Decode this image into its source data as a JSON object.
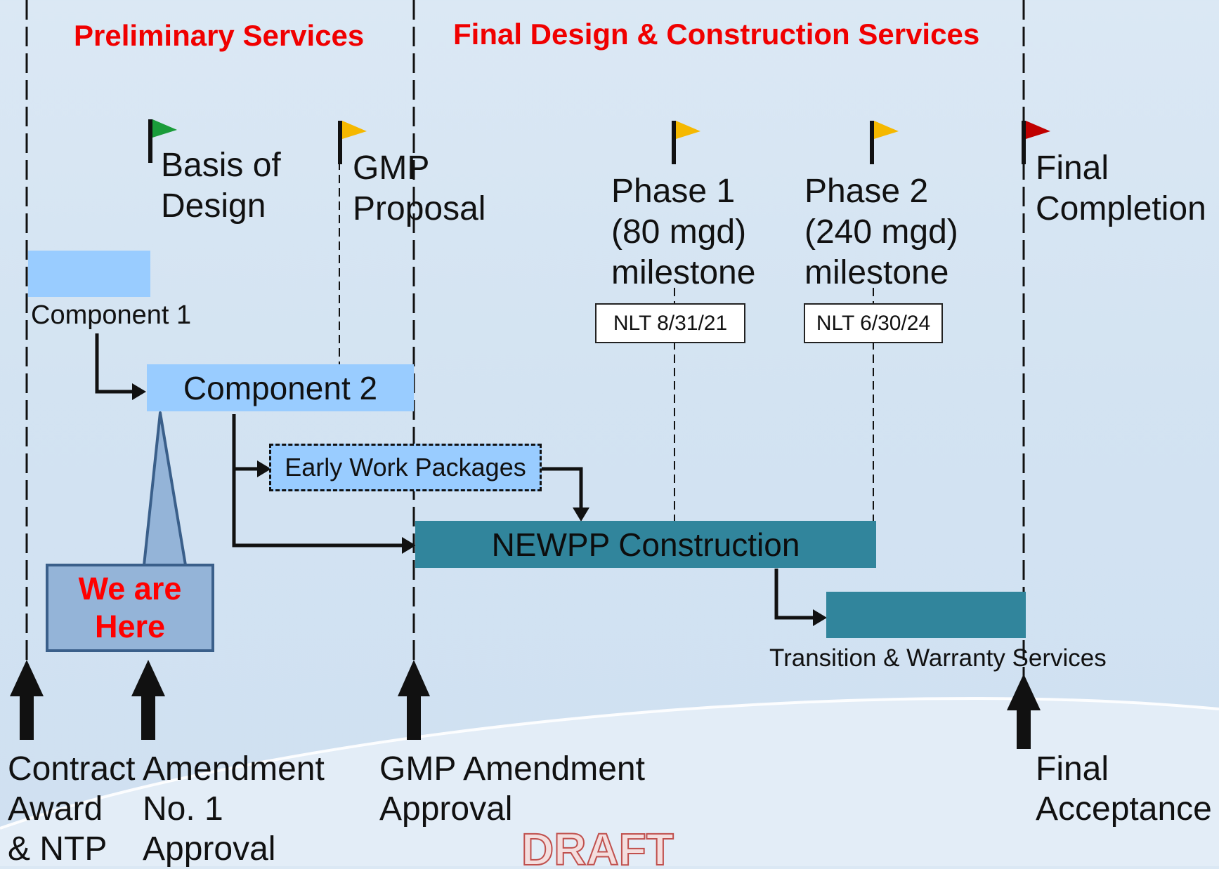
{
  "sections": {
    "preliminary": "Preliminary Services",
    "final_design": "Final Design & Construction Services"
  },
  "milestones": {
    "basis_of_design": [
      "Basis of",
      "Design"
    ],
    "gmp_proposal": [
      "GMP",
      "Proposal"
    ],
    "phase1": [
      "Phase 1",
      "(80 mgd)",
      "milestone"
    ],
    "phase2": [
      "Phase 2",
      "(240 mgd)",
      "milestone"
    ],
    "final_completion": [
      "Final",
      "Completion"
    ]
  },
  "deadlines": {
    "phase1": "NLT 8/31/21",
    "phase2": "NLT 6/30/24"
  },
  "bars": {
    "component1": "Component 1",
    "component2": "Component 2",
    "early_work": "Early Work Packages",
    "newpp": "NEWPP Construction",
    "transition": "Transition & Warranty Services"
  },
  "callout": [
    "We are",
    "Here"
  ],
  "bottom": {
    "contract": [
      "Contract",
      "Award",
      "& NTP"
    ],
    "amendment": [
      "Amendment",
      "No. 1",
      "Approval"
    ],
    "gmp_amendment": [
      "GMP Amendment",
      "Approval"
    ],
    "final_acceptance": [
      "Final",
      "Acceptance"
    ]
  },
  "watermark": "DRAFT",
  "colors": {
    "section_header": "#f00000",
    "light_bar": "#99ccff",
    "teal_bar": "#31859c",
    "callout_fill": "#94b4d8",
    "flag_green": "#1a9c3a",
    "flag_yellow": "#f5b800",
    "flag_red": "#c00000"
  }
}
